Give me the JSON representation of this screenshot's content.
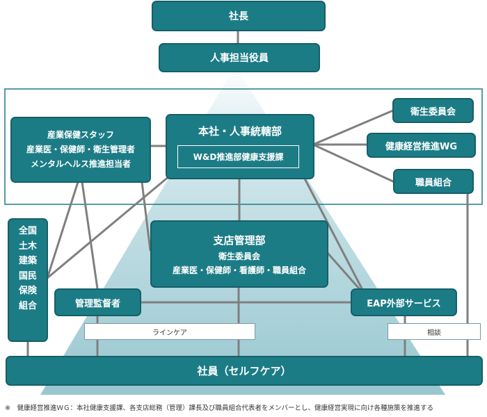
{
  "nodes": {
    "president": "社長",
    "hr_officer": "人事担当役員",
    "hq": {
      "title": "本社・人事統轄部",
      "section": "W&D推進部健康支援課"
    },
    "health_staff": {
      "title": "産業保健スタッフ",
      "line1": "産業医・保健師・衛生管理者",
      "line2": "メンタルヘルス推進担当者"
    },
    "health_committee": "衛生委員会",
    "wg": "健康経営推進WG",
    "union": "職員組合",
    "branch": {
      "title": "支店管理部",
      "line1": "衛生委員会",
      "line2": "産業医・保健師・看護師・職員組合"
    },
    "insurance": [
      "全国",
      "土木",
      "建築",
      "国民",
      "保険",
      "組合"
    ],
    "managers": "管理監督者",
    "eap": "EAP外部サービス",
    "line_care": "ラインケア",
    "consultation": "相談",
    "employees": "社員（セルフケア）"
  },
  "footnote": "※　健康経営推進ＷＧ：本社健康支援課、各支店総務（管理）課長及び職員組合代表者をメンバーとし、健康経営実現に向け各種施策を推進する"
}
